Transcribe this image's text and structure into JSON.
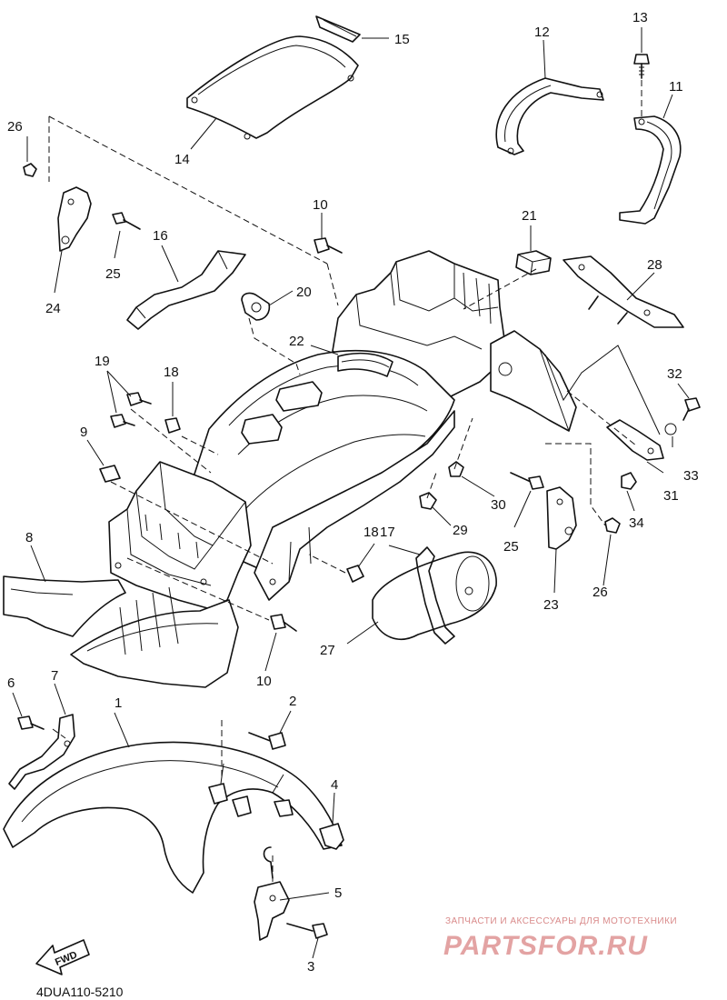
{
  "diagram": {
    "drawing_code": "4DUA110-5210",
    "fwd_label": "FWD",
    "watermark": {
      "caption": "ЗАПЧАСТИ И АКСЕССУАРЫ ДЛЯ МОТОТЕХНИКИ",
      "brand": "PARTSFOR.RU"
    },
    "callouts": [
      {
        "id": "c1",
        "text": "1"
      },
      {
        "id": "c2",
        "text": "2"
      },
      {
        "id": "c3",
        "text": "3"
      },
      {
        "id": "c4",
        "text": "4"
      },
      {
        "id": "c5",
        "text": "5"
      },
      {
        "id": "c6",
        "text": "6"
      },
      {
        "id": "c7",
        "text": "7"
      },
      {
        "id": "c8",
        "text": "8"
      },
      {
        "id": "c9",
        "text": "9"
      },
      {
        "id": "c10a",
        "text": "10"
      },
      {
        "id": "c10b",
        "text": "10"
      },
      {
        "id": "c11",
        "text": "11"
      },
      {
        "id": "c12",
        "text": "12"
      },
      {
        "id": "c13",
        "text": "13"
      },
      {
        "id": "c14",
        "text": "14"
      },
      {
        "id": "c15",
        "text": "15"
      },
      {
        "id": "c16",
        "text": "16"
      },
      {
        "id": "c17",
        "text": "17"
      },
      {
        "id": "c18a",
        "text": "18"
      },
      {
        "id": "c18b",
        "text": "18"
      },
      {
        "id": "c19",
        "text": "19"
      },
      {
        "id": "c20",
        "text": "20"
      },
      {
        "id": "c21",
        "text": "21"
      },
      {
        "id": "c22",
        "text": "22"
      },
      {
        "id": "c23",
        "text": "23"
      },
      {
        "id": "c24",
        "text": "24"
      },
      {
        "id": "c25a",
        "text": "25"
      },
      {
        "id": "c25b",
        "text": "25"
      },
      {
        "id": "c26a",
        "text": "26"
      },
      {
        "id": "c26b",
        "text": "26"
      },
      {
        "id": "c27",
        "text": "27"
      },
      {
        "id": "c28",
        "text": "28"
      },
      {
        "id": "c29",
        "text": "29"
      },
      {
        "id": "c30",
        "text": "30"
      },
      {
        "id": "c31",
        "text": "31"
      },
      {
        "id": "c32",
        "text": "32"
      },
      {
        "id": "c33",
        "text": "33"
      },
      {
        "id": "c34",
        "text": "34"
      }
    ]
  }
}
